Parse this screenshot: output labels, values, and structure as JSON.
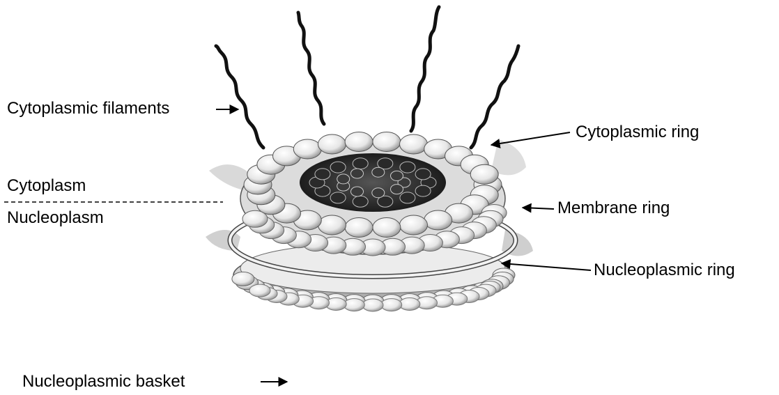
{
  "labels": {
    "cytoplasmic_filaments": "Cytoplasmic filaments",
    "cytoplasmic_ring": "Cytoplasmic ring",
    "cytoplasm": "Cytoplasm",
    "nucleoplasm": "Nucleoplasm",
    "membrane_ring": "Membrane ring",
    "nucleoplasmic_ring": "Nucleoplasmic ring",
    "nucleoplasmic_basket": "Nucleoplasmic basket"
  }
}
